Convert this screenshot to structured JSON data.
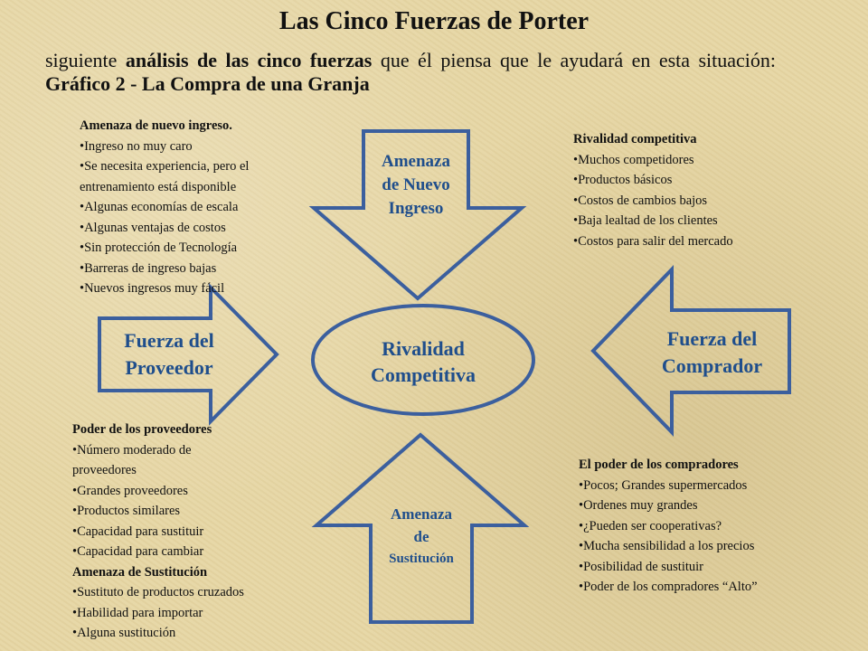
{
  "title": "Las Cinco Fuerzas de Porter",
  "intro": {
    "part1": "siguiente",
    "bold1": "análisis de las cinco fuerzas",
    "part2": "que él piensa que le ayudará en esta situación:",
    "bold2": "Gráfico 2 - La Compra de una Granja"
  },
  "colors": {
    "shape_stroke": "#3b5f9e",
    "label_text": "#1f4e8c"
  },
  "shapes": {
    "top_arrow": [
      "Amenaza",
      "de Nuevo",
      "Ingreso"
    ],
    "left_arrow": [
      "Fuerza del",
      "Proveedor"
    ],
    "center": [
      "Rivalidad",
      "Competitiva"
    ],
    "right_arrow": [
      "Fuerza del",
      "Comprador"
    ],
    "bottom_arrow": [
      "Amenaza",
      "de",
      "Sustitución"
    ]
  },
  "new_entry": {
    "heading": "Amenaza de nuevo ingreso.",
    "items": [
      "Ingreso no muy caro",
      "Se necesita experiencia, pero el",
      "Algunas economías de escala",
      "Algunas ventajas de costos",
      "Sin protección de Tecnología",
      "Barreras de ingreso bajas",
      "Nuevos ingresos muy fácil"
    ],
    "continuation": "entrenamiento está disponible"
  },
  "rivalry": {
    "heading": "Rivalidad competitiva",
    "items": [
      "Muchos competidores",
      "Productos básicos",
      "Costos de cambios bajos",
      "Baja lealtad de los clientes",
      "Costos para salir del mercado"
    ]
  },
  "suppliers": {
    "heading": "Poder de los proveedores",
    "item1": "Número moderado de",
    "item1_cont": "proveedores",
    "items": [
      "Grandes proveedores",
      "Productos similares",
      "Capacidad para sustituir",
      "Capacidad para cambiar"
    ],
    "heading2": "Amenaza de Sustitución",
    "items2": [
      "Sustituto de productos cruzados",
      "Habilidad para importar",
      "Alguna sustitución"
    ]
  },
  "buyers": {
    "heading": "El poder de los compradores",
    "items": [
      "Pocos;  Grandes supermercados",
      "Ordenes muy grandes",
      "¿Pueden ser cooperativas?",
      "Mucha sensibilidad a los precios",
      "Posibilidad de sustituir",
      "Poder de los compradores “Alto”"
    ]
  }
}
